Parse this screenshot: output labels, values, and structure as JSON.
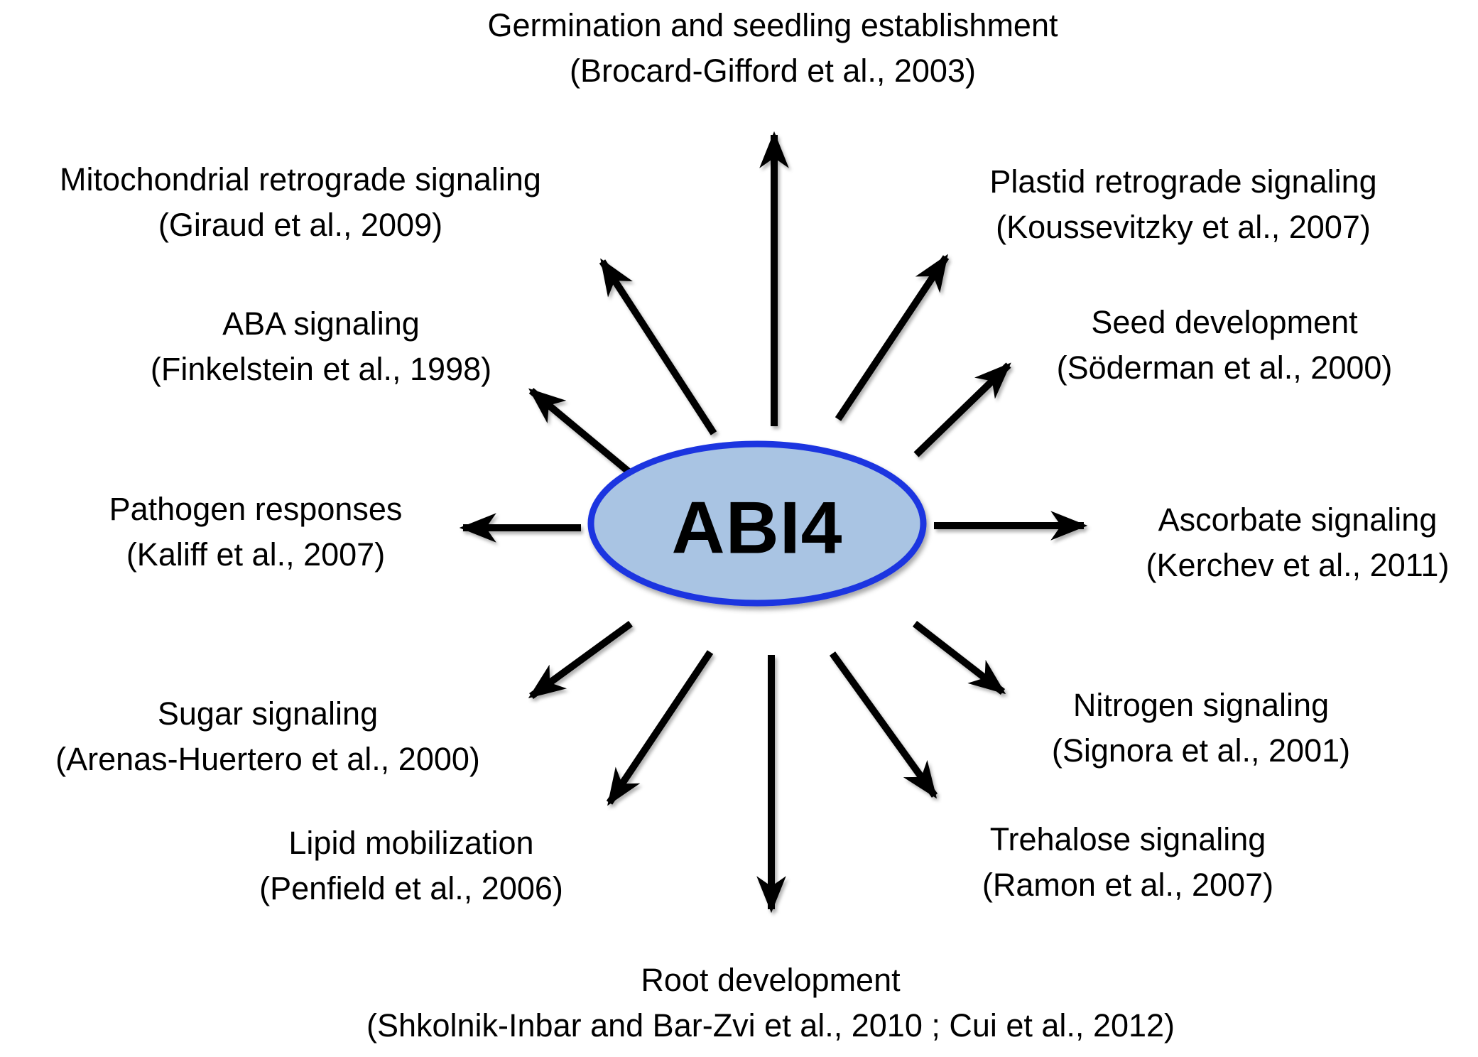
{
  "diagram": {
    "center": {
      "label": "ABI4"
    },
    "colors": {
      "background": "#ffffff",
      "ellipse_fill": "#a9c4e3",
      "ellipse_border": "#1f35e0",
      "arrow": "#000000",
      "text": "#000000"
    },
    "nodes": [
      {
        "id": "germination",
        "title": "Germination and seedling establishment",
        "citation": "(Brocard-Gifford et al., 2003)"
      },
      {
        "id": "mitochondrial",
        "title": "Mitochondrial retrograde signaling",
        "citation": "(Giraud et al., 2009)"
      },
      {
        "id": "plastid",
        "title": "Plastid retrograde signaling",
        "citation": "(Koussevitzky et al., 2007)"
      },
      {
        "id": "aba",
        "title": "ABA signaling",
        "citation": "(Finkelstein et al., 1998)"
      },
      {
        "id": "seed",
        "title": "Seed development",
        "citation": "(Söderman et al., 2000)"
      },
      {
        "id": "pathogen",
        "title": "Pathogen responses",
        "citation": "(Kaliff et al., 2007)"
      },
      {
        "id": "ascorbate",
        "title": "Ascorbate signaling",
        "citation": "(Kerchev et al., 2011)"
      },
      {
        "id": "sugar",
        "title": "Sugar signaling",
        "citation": "(Arenas-Huertero et al., 2000)"
      },
      {
        "id": "nitrogen",
        "title": "Nitrogen signaling",
        "citation": "(Signora et al., 2001)"
      },
      {
        "id": "lipid",
        "title": "Lipid mobilization",
        "citation": "(Penfield et al., 2006)"
      },
      {
        "id": "trehalose",
        "title": "Trehalose signaling",
        "citation": "(Ramon et al., 2007)"
      },
      {
        "id": "root",
        "title": "Root development",
        "citation": "(Shkolnik-Inbar and Bar-Zvi et al., 2010 ; Cui et al., 2012)"
      }
    ]
  }
}
